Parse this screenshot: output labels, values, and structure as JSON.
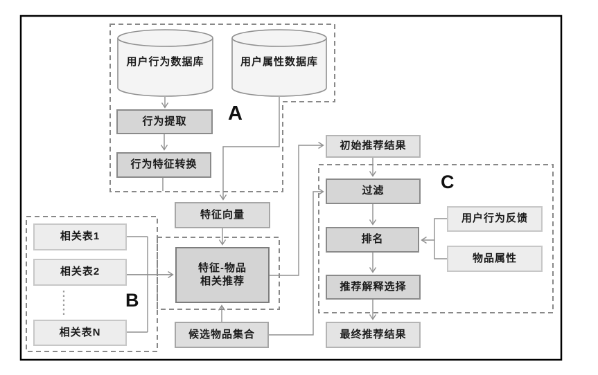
{
  "diagram": {
    "kind": "flowchart-recommendation-system",
    "language": "zh-CN",
    "regions": {
      "a": {
        "label": "A"
      },
      "b": {
        "label": "B"
      },
      "c": {
        "label": "C"
      }
    },
    "nodes": {
      "user_behavior_db": {
        "label": "用户行为数据库",
        "shape": "database-cylinder"
      },
      "user_attribute_db": {
        "label": "用户属性数据库",
        "shape": "database-cylinder"
      },
      "behavior_extraction": {
        "label": "行为提取",
        "shape": "process"
      },
      "behavior_feature_transform": {
        "label": "行为特征转换",
        "shape": "process"
      },
      "feature_vector": {
        "label": "特征向量",
        "shape": "box"
      },
      "related_table_1": {
        "label": "相关表1",
        "shape": "box"
      },
      "related_table_2": {
        "label": "相关表2",
        "shape": "box"
      },
      "related_table_n": {
        "label": "相关表N",
        "shape": "box"
      },
      "feature_item_recommend": {
        "label": "特征-物品\n相关推荐",
        "shape": "process"
      },
      "candidate_item_set": {
        "label": "候选物品集合",
        "shape": "box"
      },
      "initial_results": {
        "label": "初始推荐结果",
        "shape": "box"
      },
      "filter": {
        "label": "过滤",
        "shape": "process"
      },
      "ranking": {
        "label": "排名",
        "shape": "process"
      },
      "explanation_selection": {
        "label": "推荐解释选择",
        "shape": "process"
      },
      "final_results": {
        "label": "最终推荐结果",
        "shape": "box"
      },
      "user_behavior_feedback": {
        "label": "用户行为反馈",
        "shape": "box"
      },
      "item_attributes": {
        "label": "物品属性",
        "shape": "box"
      }
    },
    "colors": {
      "process_fill": "#d6d6d6",
      "process_border": "#8a8a8a",
      "mid_fill": "#dedede",
      "light_fill": "#e4e4e4",
      "lighter_fill": "#ededed",
      "cylinder_fill": "#f4f4f4",
      "cylinder_border": "#8f8f8f",
      "connector_line": "#8f8f8f",
      "dashed_region_border": "#888888",
      "outer_frame": "#000000",
      "text": "#1a1a1a",
      "background": "#ffffff"
    }
  }
}
